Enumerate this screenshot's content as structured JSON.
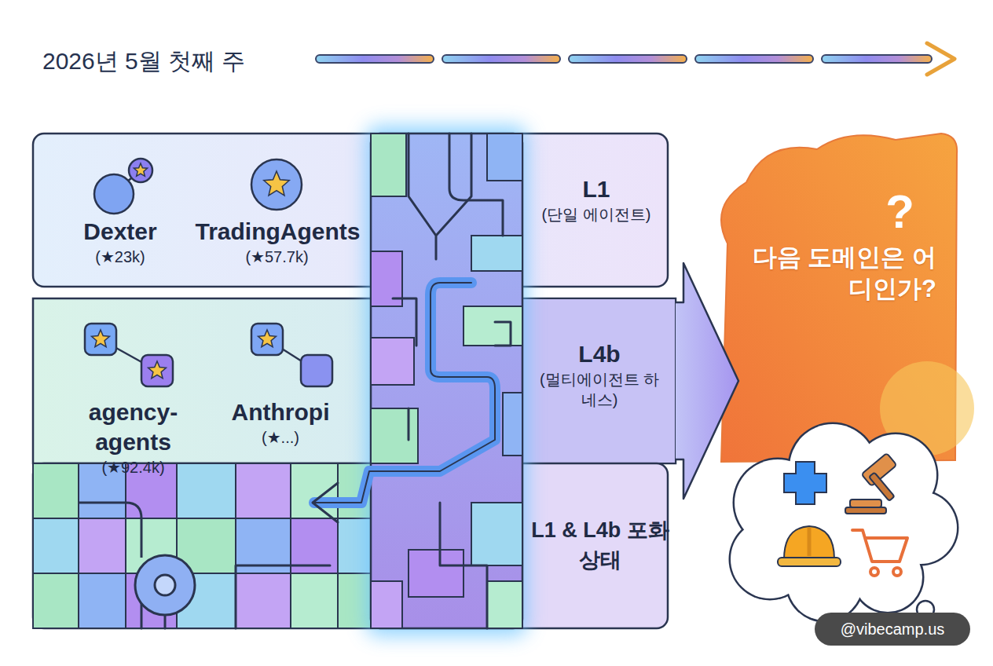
{
  "diagram": {
    "title": "2026년 5월 첫째 주",
    "nodes": [
      {
        "text": [
          "L1",
          "(단일 에이전트)"
        ]
      },
      {
        "text": [
          "Dexter",
          "(★23k)"
        ],
        "in": 0
      },
      {
        "text": [
          "TradingAgents",
          "(★57.7k)"
        ],
        "in": 0
      },
      {
        "text": [
          "L4b",
          "(멀티에이전트 하네스)"
        ]
      },
      {
        "text": [
          "agency-agents",
          "(★92.4k)"
        ],
        "in": 3
      },
      {
        "text": [
          "Anthropi",
          "(★...)"
        ],
        "in": 3
      },
      {
        "text": [
          "L1 & L4b 포화 상태"
        ]
      },
      {
        "text": [
          "?",
          "다음 도메인은 어디인가?"
        ]
      }
    ],
    "edges": [
      {
        "from": 3,
        "to": 7,
        "arrow": "to"
      }
    ],
    "labels": [
      "@vibecamp.us"
    ]
  }
}
